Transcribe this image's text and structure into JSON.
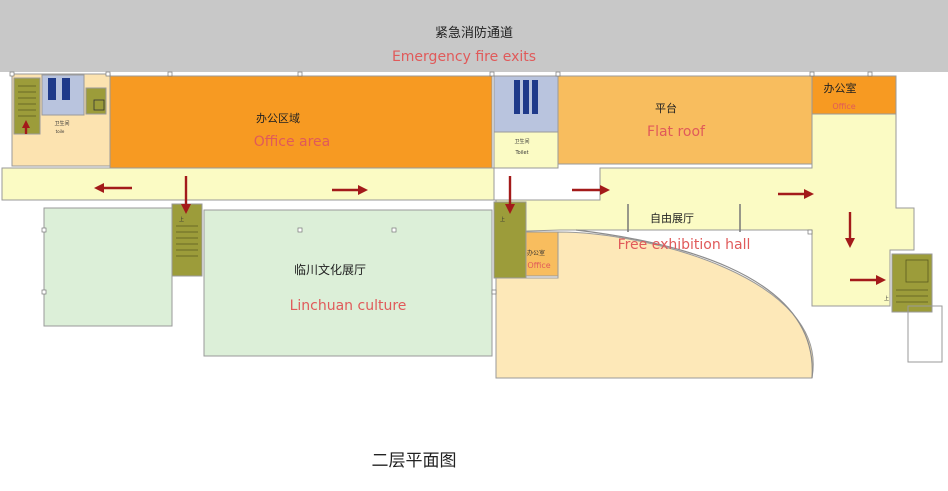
{
  "top_band": {
    "cn": "紧急消防通道",
    "en": "Emergency fire exits"
  },
  "rooms": {
    "office_area": {
      "cn": "办公区域",
      "en": "Office area"
    },
    "flat_roof": {
      "cn": "平台",
      "en": "Flat roof"
    },
    "office_ne": {
      "cn": "办公室",
      "en": "Office"
    },
    "free_hall": {
      "cn": "自由展厅",
      "en": "Free exhibition hall"
    },
    "linchuan": {
      "cn": "临川文化展厅",
      "en": "Linchuan culture"
    },
    "office_small": {
      "cn": "办公室",
      "en": "Office"
    },
    "toilet_left": {
      "cn": "卫生间",
      "en": "toile"
    },
    "toilet_mid": {
      "cn": "卫生间",
      "en": "Toilet"
    }
  },
  "stair_mark": "上",
  "caption": "二层平面图",
  "colors": {
    "band": "#c8c8c8",
    "office_orange": "#f79a22",
    "flat_roof": "#f8bd5e",
    "corridor": "#fbfbc4",
    "culture_green": "#dcefd8",
    "hall_peach": "#fde8b8",
    "toilet_cream": "#fce3b0",
    "stair_olive": "#9c9c3a",
    "arrow": "#a31a1a"
  }
}
